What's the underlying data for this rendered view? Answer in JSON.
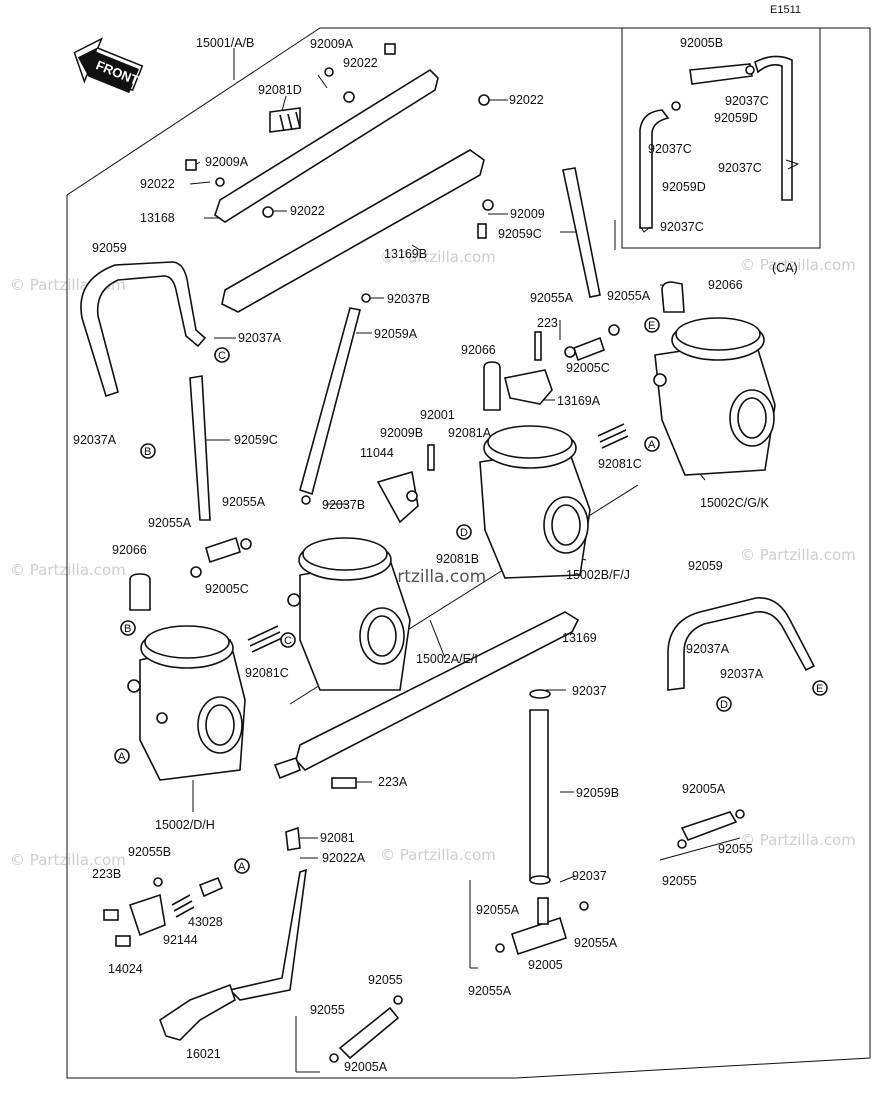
{
  "header": {
    "page_code": "E1511"
  },
  "front_badge": "FRONT",
  "watermarks": [
    "© Partzilla.com",
    "© Partzilla.com",
    "© Partzilla.com",
    "© Partzilla.com",
    "© Partzilla.com",
    "© Partzilla.com",
    "© Partzilla.com",
    "© Partzilla.com",
    "© Partzilla.com"
  ],
  "labels": {
    "l15001": "15001/A/B",
    "l92009A_top": "92009A",
    "l92022_top1": "92022",
    "l92022_top2": "92022",
    "l92081D": "92081D",
    "l92009A_mid": "92009A",
    "l92022_mid1": "92022",
    "l92022_mid2": "92022",
    "l13168": "13168",
    "l13169B": "13169B",
    "l92009": "92009",
    "l92059C_top": "92059C",
    "l92059_left": "92059",
    "l92037A_a": "92037A",
    "l92037A_b": "92037A",
    "l92037B_top": "92037B",
    "l92059A": "92059A",
    "l92059C_left": "92059C",
    "l92066_a": "92066",
    "l223": "223",
    "l92055A_a": "92055A",
    "l92055A_b": "92055A",
    "l92066_b": "92066",
    "l92005C_a": "92005C",
    "l13169A": "13169A",
    "l92066_c": "92066",
    "l92001": "92001",
    "l92009B": "92009B",
    "l92081A": "92081A",
    "l11044": "11044",
    "l92081C_a": "92081C",
    "l15002CGK": "15002C/G/K",
    "l92037B_mid": "92037B",
    "l92081B": "92081B",
    "l92055A_c": "92055A",
    "l92055A_d": "92055A",
    "l92005C_b": "92005C",
    "l15002BFJ": "15002B/F/J",
    "l92059_right": "92059",
    "l13169": "13169",
    "l92081C_b": "92081C",
    "l15002AEI": "15002A/E/I",
    "l92037A_c": "92037A",
    "l92037A_d": "92037A",
    "l92037_a": "92037",
    "l223A": "223A",
    "l15002DH": "15002/D/H",
    "l92059B": "92059B",
    "l92005A_a": "92005A",
    "l92081": "92081",
    "l92022A": "92022A",
    "l92055B": "92055B",
    "l223B": "223B",
    "l43028": "43028",
    "l92144": "92144",
    "l14024": "14024",
    "l92037_b": "92037",
    "l92055A_e": "92055A",
    "l92055A_f": "92055A",
    "l92005": "92005",
    "l92055A_g": "92055A",
    "l92055_a": "92055",
    "l92055_b": "92055",
    "l92055_c": "92055",
    "l92055_d": "92055",
    "l92005A_b": "92005A",
    "l16021": "16021"
  },
  "inset": {
    "title": "(CA)",
    "l92005B": "92005B",
    "l92037C_a": "92037C",
    "l92059D_a": "92059D",
    "l92037C_b": "92037C",
    "l92037C_c": "92037C",
    "l92059D_b": "92059D",
    "l92037C_d": "92037C"
  },
  "callouts": {
    "A": "A",
    "B": "B",
    "C": "C",
    "D": "D",
    "E": "E"
  }
}
